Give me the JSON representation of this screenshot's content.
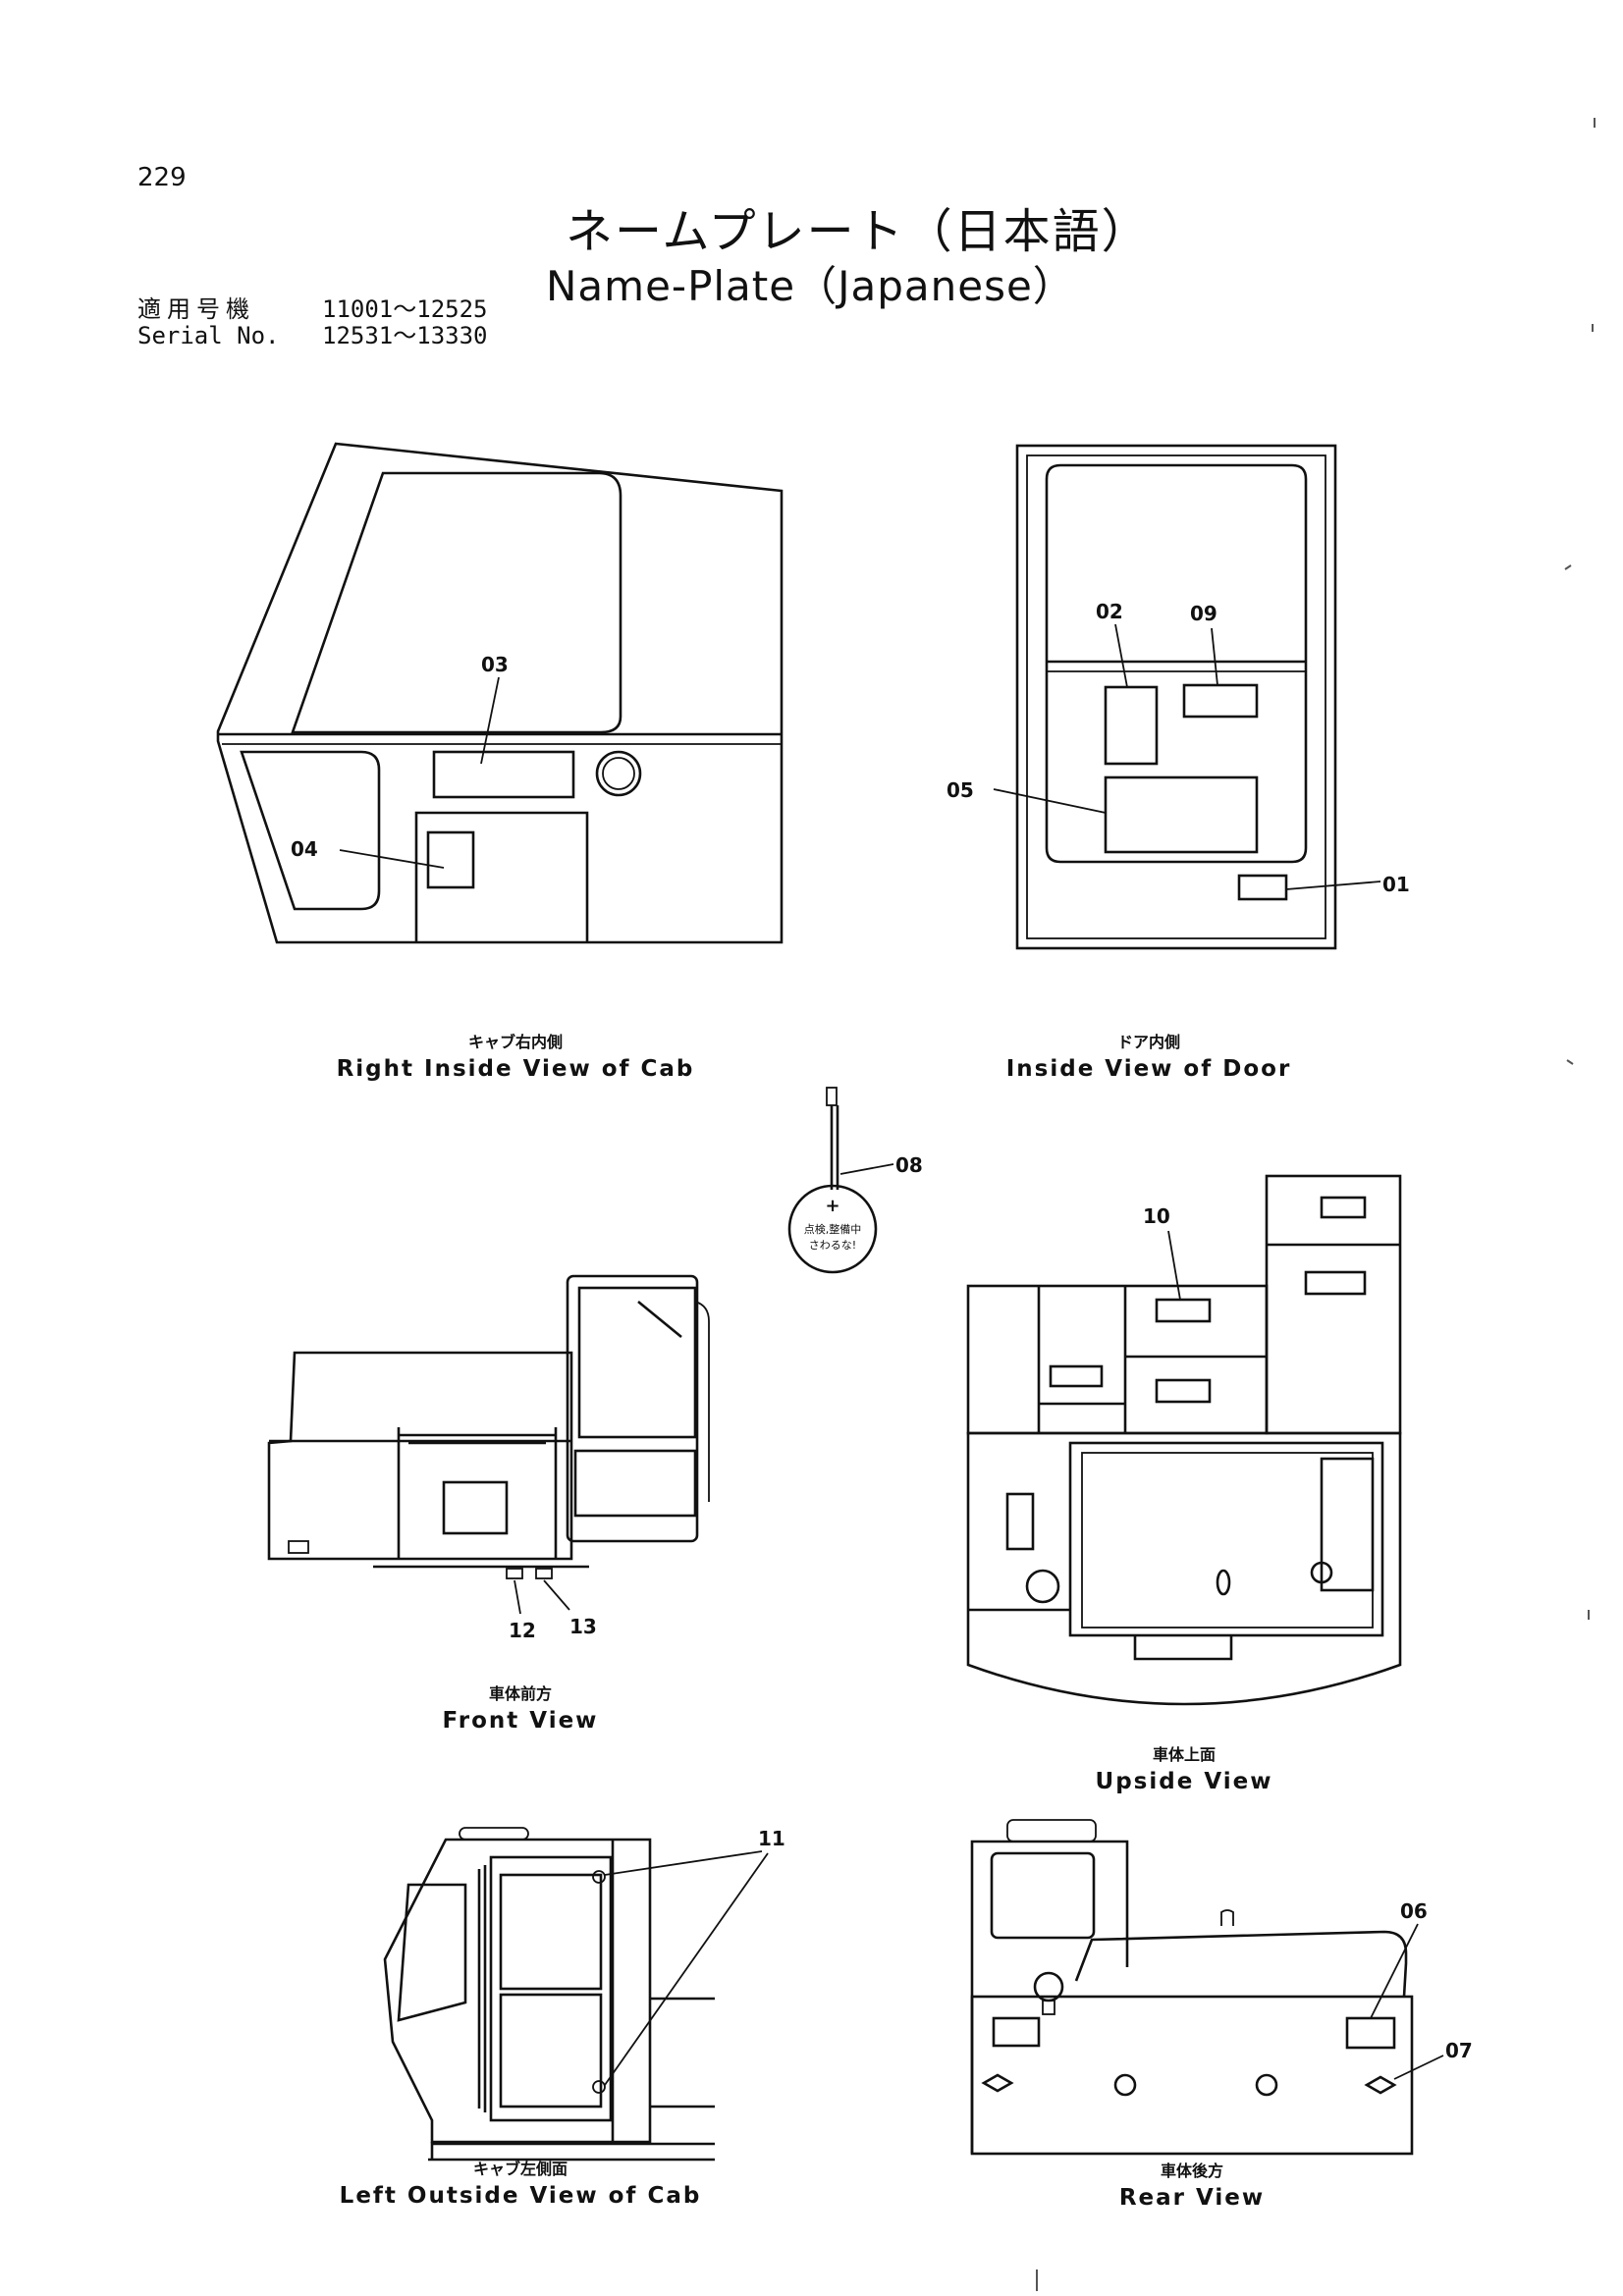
{
  "page_number": "229",
  "title_jp": "ネームプレート（日本語）",
  "title_en": "Name-Plate（Japanese）",
  "serial": {
    "label_jp": "適用号機",
    "label_en": "Serial No.",
    "range_1": "11001～12525",
    "range_2": "12531～13330"
  },
  "views": {
    "right_inside_cab": {
      "jp": "キャブ右内側",
      "en": "Right Inside View of Cab"
    },
    "inside_door": {
      "jp": "ドア内側",
      "en": "Inside View of Door"
    },
    "front": {
      "jp": "車体前方",
      "en": "Front View"
    },
    "upside": {
      "jp": "車体上面",
      "en": "Upside View"
    },
    "left_outside_cab": {
      "jp": "キャブ左側面",
      "en": "Left Outside View of Cab"
    },
    "rear": {
      "jp": "車体後方",
      "en": "Rear View"
    }
  },
  "callouts": {
    "c01": "01",
    "c02": "02",
    "c03": "03",
    "c04": "04",
    "c05": "05",
    "c06": "06",
    "c07": "07",
    "c08": "08",
    "c09": "09",
    "c10": "10",
    "c11": "11",
    "c12": "12",
    "c13": "13"
  },
  "plate_08_text": {
    "line1": "点検,整備中",
    "line2": "さわるな!"
  }
}
